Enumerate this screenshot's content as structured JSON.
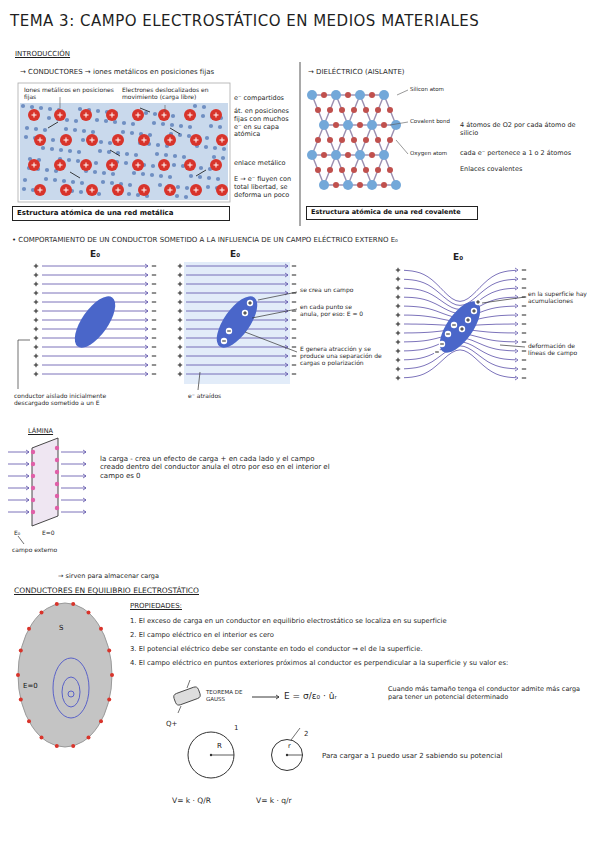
{
  "diagram": {
    "title": "TEMA 3: CAMPO ELECTROSTÁTICO EN MEDIOS MATERIALES",
    "nodes": [
      {
        "text": [
          "Estructura atómica de una red metálica"
        ]
      },
      {
        "text": [
          "Estructura atómica de una red covalente"
        ]
      },
      {
        "text": [
          "S",
          "E=0"
        ]
      },
      {
        "text": [
          "R"
        ]
      },
      {
        "text": [
          "r"
        ]
      }
    ],
    "labels": [
      "INTRODUCCIÓN",
      "→ CONDUCTORES → iones metálicos en posiciones fijas",
      "Iones metálicos en posiciones fijas",
      "Electrones deslocalizados en movimiento (carga libre)",
      "e⁻ compartidos",
      "át. en posiciones fijas con muchos e⁻ en su capa atómica",
      "enlace metálico",
      "E → e⁻ fluyen con total libertad, se deforma un poco",
      "→ DIELÉCTRICO (AISLANTE)",
      "Silicon atom",
      "Covalent bond",
      "Oxygen atom",
      "4 átomos de O2 por cada átomo de silicio",
      "cada e⁻ pertenece a 1 o 2 átomos",
      "Enlaces covalentes",
      "• COMPORTAMIENTO DE UN CONDUCTOR SOMETIDO A LA INFLUENCIA DE UN CAMPO ELÉCTRICO EXTERNO E₀",
      "E₀",
      "E₀",
      "E₀",
      "se crea un campo",
      "en cada punto se anula, por eso: E = 0",
      "E genera atracción y se produce una separación de cargas o polarización",
      "e⁻ atraídos",
      "conductor aislado inicialmente descargado sometido a un E",
      "en la superficie hay acumulaciones",
      "deformación de líneas de campo",
      "LÁMINA",
      "E₀",
      "E=0",
      "campo externo",
      "la carga - crea un efecto de carga + en cada lado y el campo creado dentro del conductor anula el otro por eso en el interior el campo es 0",
      "→ sirven para almacenar carga",
      "CONDUCTORES EN EQUILIBRIO ELECTROSTÁTICO",
      "PROPIEDADES:",
      "1. El exceso de carga en un conductor en equilibrio electrostático se localiza en su superficie",
      "2. El campo eléctrico en el interior es cero",
      "3. El potencial eléctrico debe ser constante en todo el conductor → el de la superficie.",
      "4. El campo eléctrico en puntos exteriores próximos al conductor es perpendicular a la superficie y su valor es:",
      "TEOREMA DE GAUSS",
      "E = σ/ε₀ · ûᵣ",
      "Cuando más tamaño tenga el conductor admite más carga para tener un potencial determinado",
      "Q+",
      "1",
      "2",
      "Para cargar a 1 puedo usar 2 sabiendo su potencial",
      "V= k · Q/R",
      "V= k · q/r"
    ]
  }
}
